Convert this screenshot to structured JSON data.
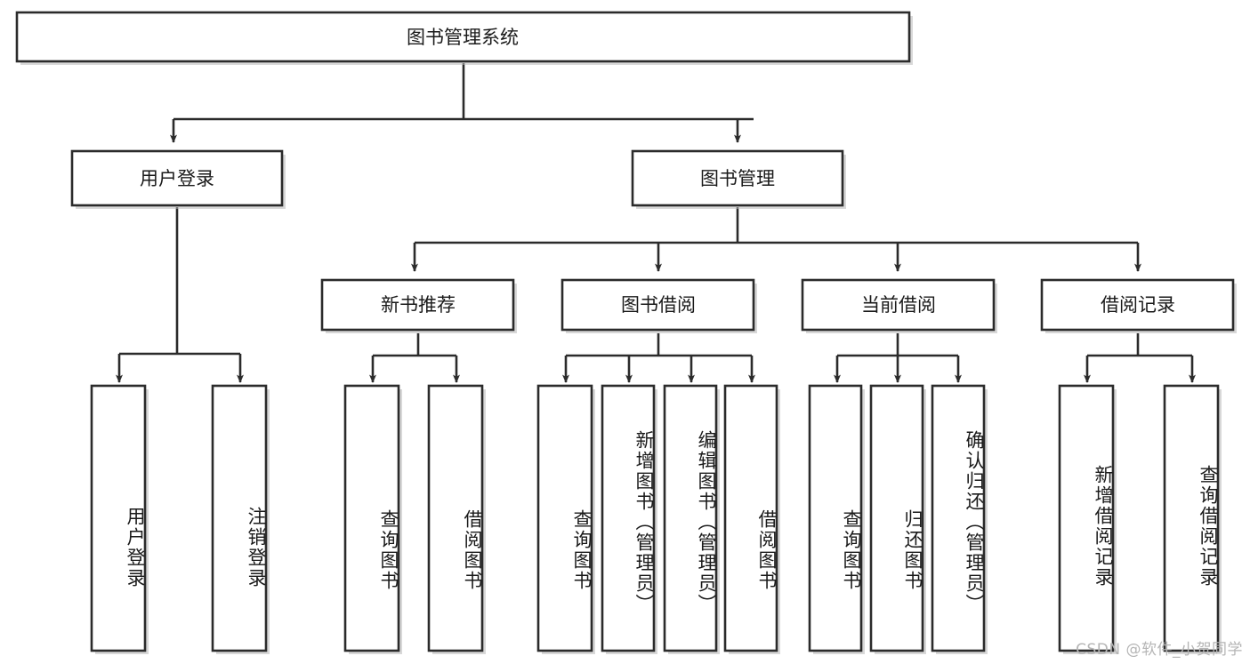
{
  "diagram": {
    "type": "tree",
    "title": "图书管理系统",
    "watermark": "CSDN @软件_小贺同学",
    "colors": {
      "box_stroke": "#2b2b2b",
      "box_fill": "#ffffff",
      "text": "#1a1a1a",
      "watermark": "#b5b5b5",
      "background": "#ffffff"
    },
    "levels": {
      "root": {
        "label": "图书管理系统"
      },
      "level2": [
        {
          "label": "用户登录"
        },
        {
          "label": "图书管理"
        }
      ],
      "level3": [
        {
          "label": "新书推荐"
        },
        {
          "label": "图书借阅"
        },
        {
          "label": "当前借阅"
        },
        {
          "label": "借阅记录"
        }
      ],
      "leaves": [
        {
          "label": "用户登录",
          "parent": "用户登录"
        },
        {
          "label": "注销登录",
          "parent": "用户登录"
        },
        {
          "label": "查询图书",
          "parent": "新书推荐"
        },
        {
          "label": "借阅图书",
          "parent": "新书推荐"
        },
        {
          "label": "查询图书",
          "parent": "图书借阅"
        },
        {
          "label": "新增图书（管理员）",
          "parent": "图书借阅"
        },
        {
          "label": "编辑图书（管理员）",
          "parent": "图书借阅"
        },
        {
          "label": "借阅图书",
          "parent": "图书借阅"
        },
        {
          "label": "查询图书",
          "parent": "当前借阅"
        },
        {
          "label": "归还图书",
          "parent": "当前借阅"
        },
        {
          "label": "确认归还（管理员）",
          "parent": "当前借阅"
        },
        {
          "label": "新增借阅记录",
          "parent": "借阅记录"
        },
        {
          "label": "查询借阅记录",
          "parent": "借阅记录"
        }
      ]
    }
  }
}
